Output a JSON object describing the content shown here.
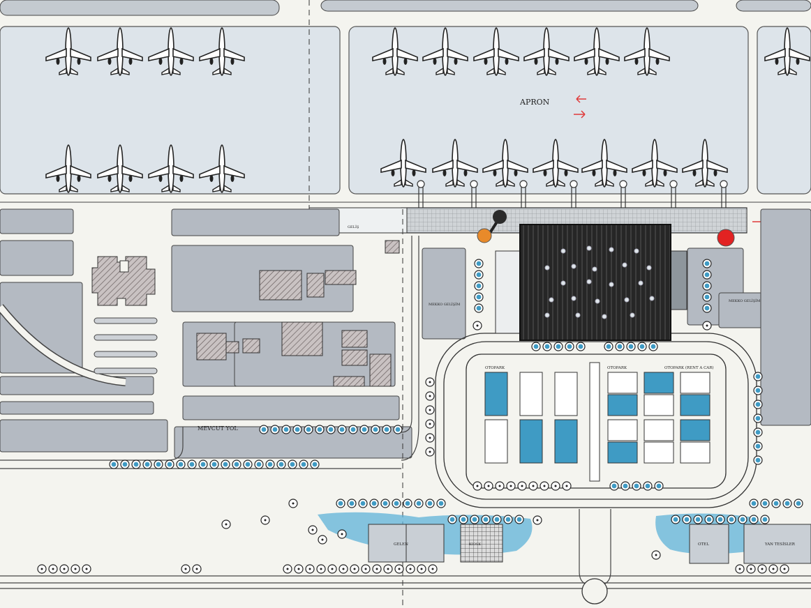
{
  "labels": {
    "apron": "APRON",
    "mevcut_yol": "MEVCUT YOL",
    "otopark_left": "OTOPARK",
    "otopark_mid": "OTOPARK",
    "otopark_rent": "OTOPARK (RENT A CAR)",
    "gelis_left": "GELİŞ",
    "mekko_left": "MEKKO GELİŞİM",
    "mekko_right": "MEKKO GELİŞİM",
    "gelen": "GELEN",
    "otel": "OTEL",
    "yan_tesisler": "YAN TESİSLER",
    "kiosk": "KIOSK"
  },
  "colors": {
    "background": "#f4f4ef",
    "apron": "#dde4ea",
    "land": "#b4bac2",
    "terminal": "#2a2a2a",
    "teal": "#3f9bc4",
    "water": "#5fb3d8",
    "arrow_red": "#e03a3a",
    "gate_orange": "#e88a2a",
    "gate_dark": "#2b2b2b",
    "gate_red": "#e22222"
  },
  "icons": {
    "aircraft": "airplane-icon",
    "direction": "arrow-icon",
    "tree": "tree-icon"
  }
}
